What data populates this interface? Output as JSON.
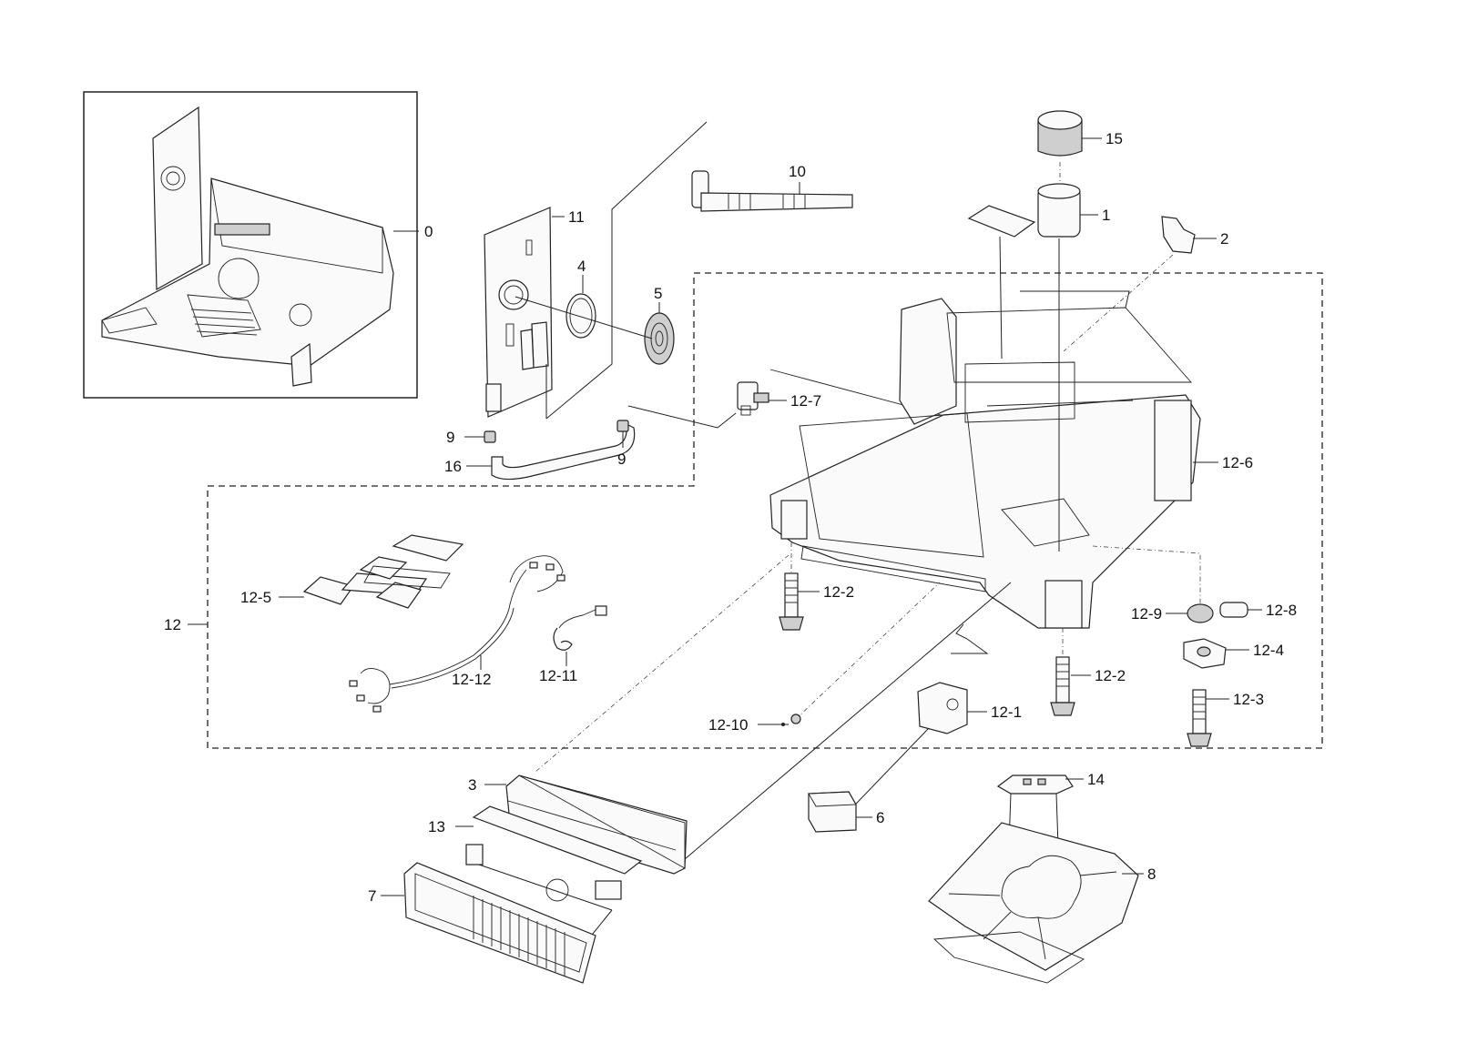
{
  "callouts": {
    "c0": "0",
    "c1": "1",
    "c2": "2",
    "c3": "3",
    "c4": "4",
    "c5": "5",
    "c6": "6",
    "c7": "7",
    "c8": "8",
    "c9a": "9",
    "c9b": "9",
    "c10": "10",
    "c11": "11",
    "c12": "12",
    "c12_1": "12-1",
    "c12_2a": "12-2",
    "c12_2b": "12-2",
    "c12_3": "12-3",
    "c12_4": "12-4",
    "c12_5": "12-5",
    "c12_6": "12-6",
    "c12_7": "12-7",
    "c12_8": "12-8",
    "c12_9": "12-9",
    "c12_10": "12-10",
    "c12_11": "12-11",
    "c12_12": "12-12",
    "c13": "13",
    "c14": "14",
    "c15": "15",
    "c16": "16"
  }
}
